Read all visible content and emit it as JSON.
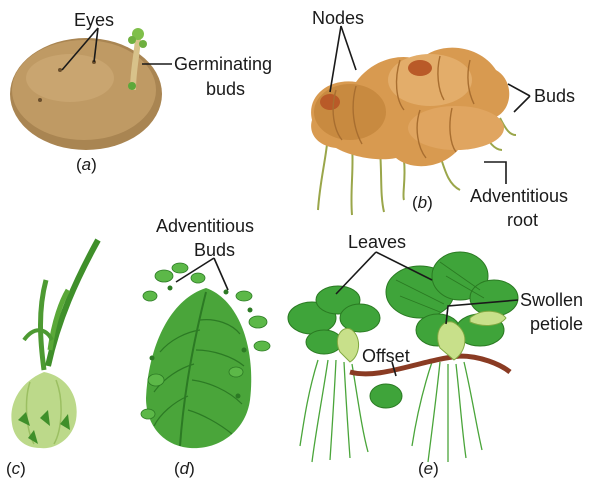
{
  "labels": {
    "eyes": "Eyes",
    "germinating_1": "Germinating",
    "germinating_2": "buds",
    "nodes": "Nodes",
    "buds": "Buds",
    "adventitious_root_1": "Adventitious",
    "adventitious_root_2": "root",
    "adventitious_buds_1": "Adventitious",
    "adventitious_buds_2": "Buds",
    "leaves": "Leaves",
    "swollen_1": "Swollen",
    "swollen_2": "petiole",
    "offset": "Offset"
  },
  "captions": {
    "a": "a",
    "b": "b",
    "c": "c",
    "d": "d",
    "e": "e"
  },
  "colors": {
    "potato": "#b8935e",
    "ginger": "#d79a4e",
    "leaf_green": "#3fa43a",
    "root": "#8a9a3a",
    "stolon": "#8a3b23"
  }
}
